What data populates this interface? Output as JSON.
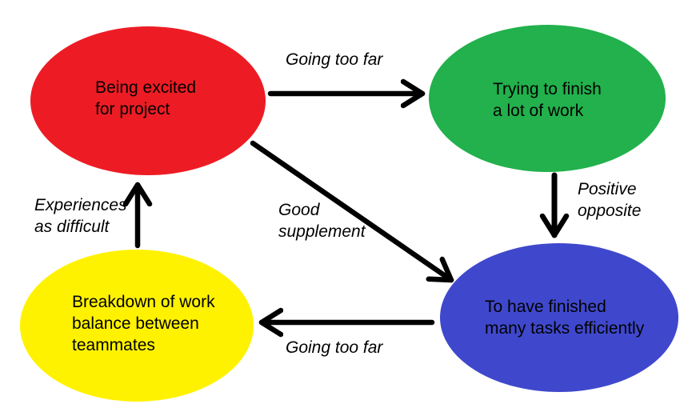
{
  "diagram": {
    "background_color": "#ffffff",
    "text_color": "#000000",
    "arrow_color": "#000000",
    "nodes": [
      {
        "id": "being-excited",
        "label": "Being excited\nfor project",
        "shape": "ellipse",
        "color": "#ED1C24"
      },
      {
        "id": "trying-finish",
        "label": "Trying to finish\na lot of work",
        "shape": "ellipse",
        "color": "#22B14C"
      },
      {
        "id": "finished-tasks",
        "label": "To have finished\nmany tasks efficiently",
        "shape": "ellipse",
        "color": "#3F48CC"
      },
      {
        "id": "breakdown",
        "label": "Breakdown of work\nbalance between\nteammates",
        "shape": "ellipse",
        "color": "#FFF200"
      }
    ],
    "edges": [
      {
        "from": "being-excited",
        "to": "trying-finish",
        "label": "Going too far"
      },
      {
        "from": "trying-finish",
        "to": "finished-tasks",
        "label": "Positive\nopposite"
      },
      {
        "from": "being-excited",
        "to": "finished-tasks",
        "label": "Good\nsupplement"
      },
      {
        "from": "finished-tasks",
        "to": "breakdown",
        "label": "Going too far"
      },
      {
        "from": "breakdown",
        "to": "being-excited",
        "label": "Experiences\nas difficult"
      }
    ]
  }
}
